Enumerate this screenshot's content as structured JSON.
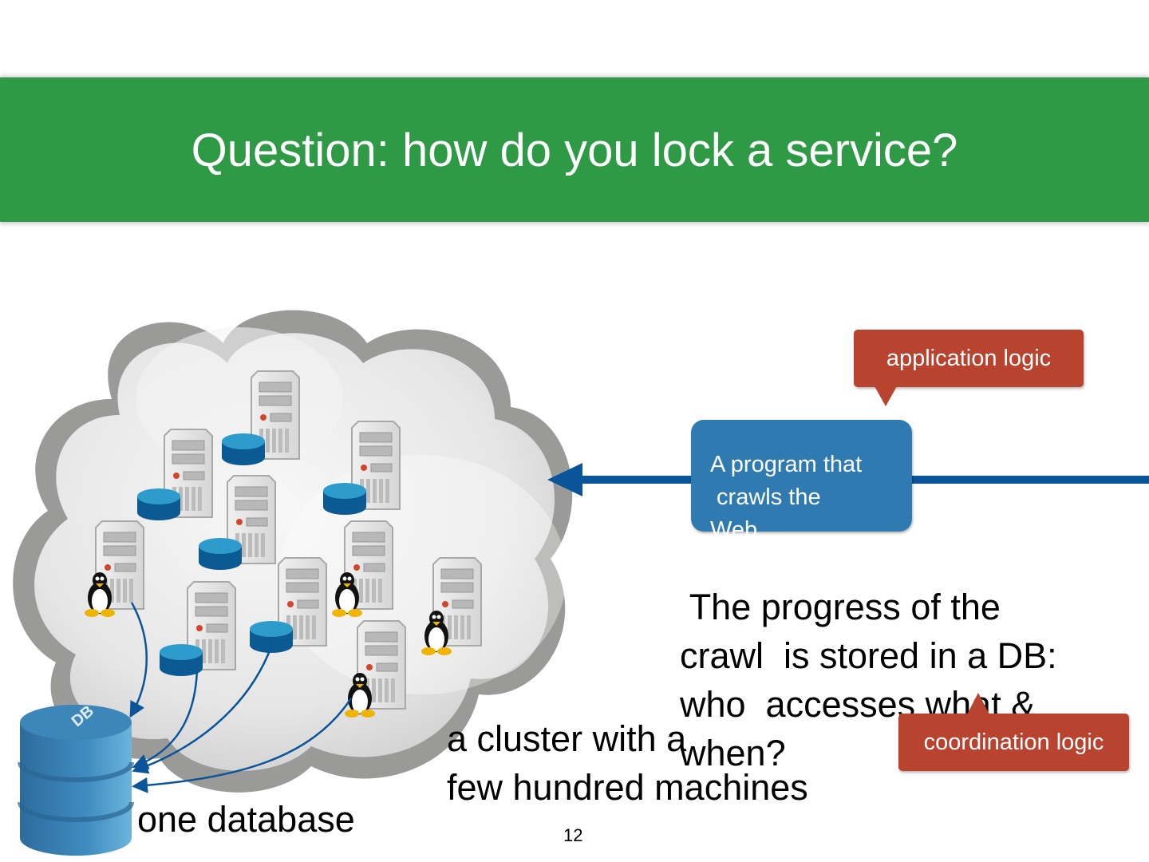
{
  "slide": {
    "title": "Question: how do you lock a service?",
    "page_number": "12",
    "colors": {
      "banner": "#2e9a46",
      "callout": "#b8432f",
      "program_box": "#2f7ab1",
      "arrow": "#0a5599"
    }
  },
  "diagram": {
    "cloud_label": "a cluster with a\nfew hundred machines",
    "database_label": "one database",
    "database_icon_text": "DB",
    "program_box_text": "A program that\n crawls the\nWeb",
    "progress_text": " The progress of the\ncrawl  is stored in a DB:\nwho  accesses what &\nwhen?",
    "callouts": {
      "application": "application logic",
      "coordination": "coordination logic"
    },
    "icons": [
      "cloud-icon",
      "server-icon",
      "disk-icon",
      "penguin-icon",
      "database-icon",
      "arrow-left-icon"
    ]
  }
}
